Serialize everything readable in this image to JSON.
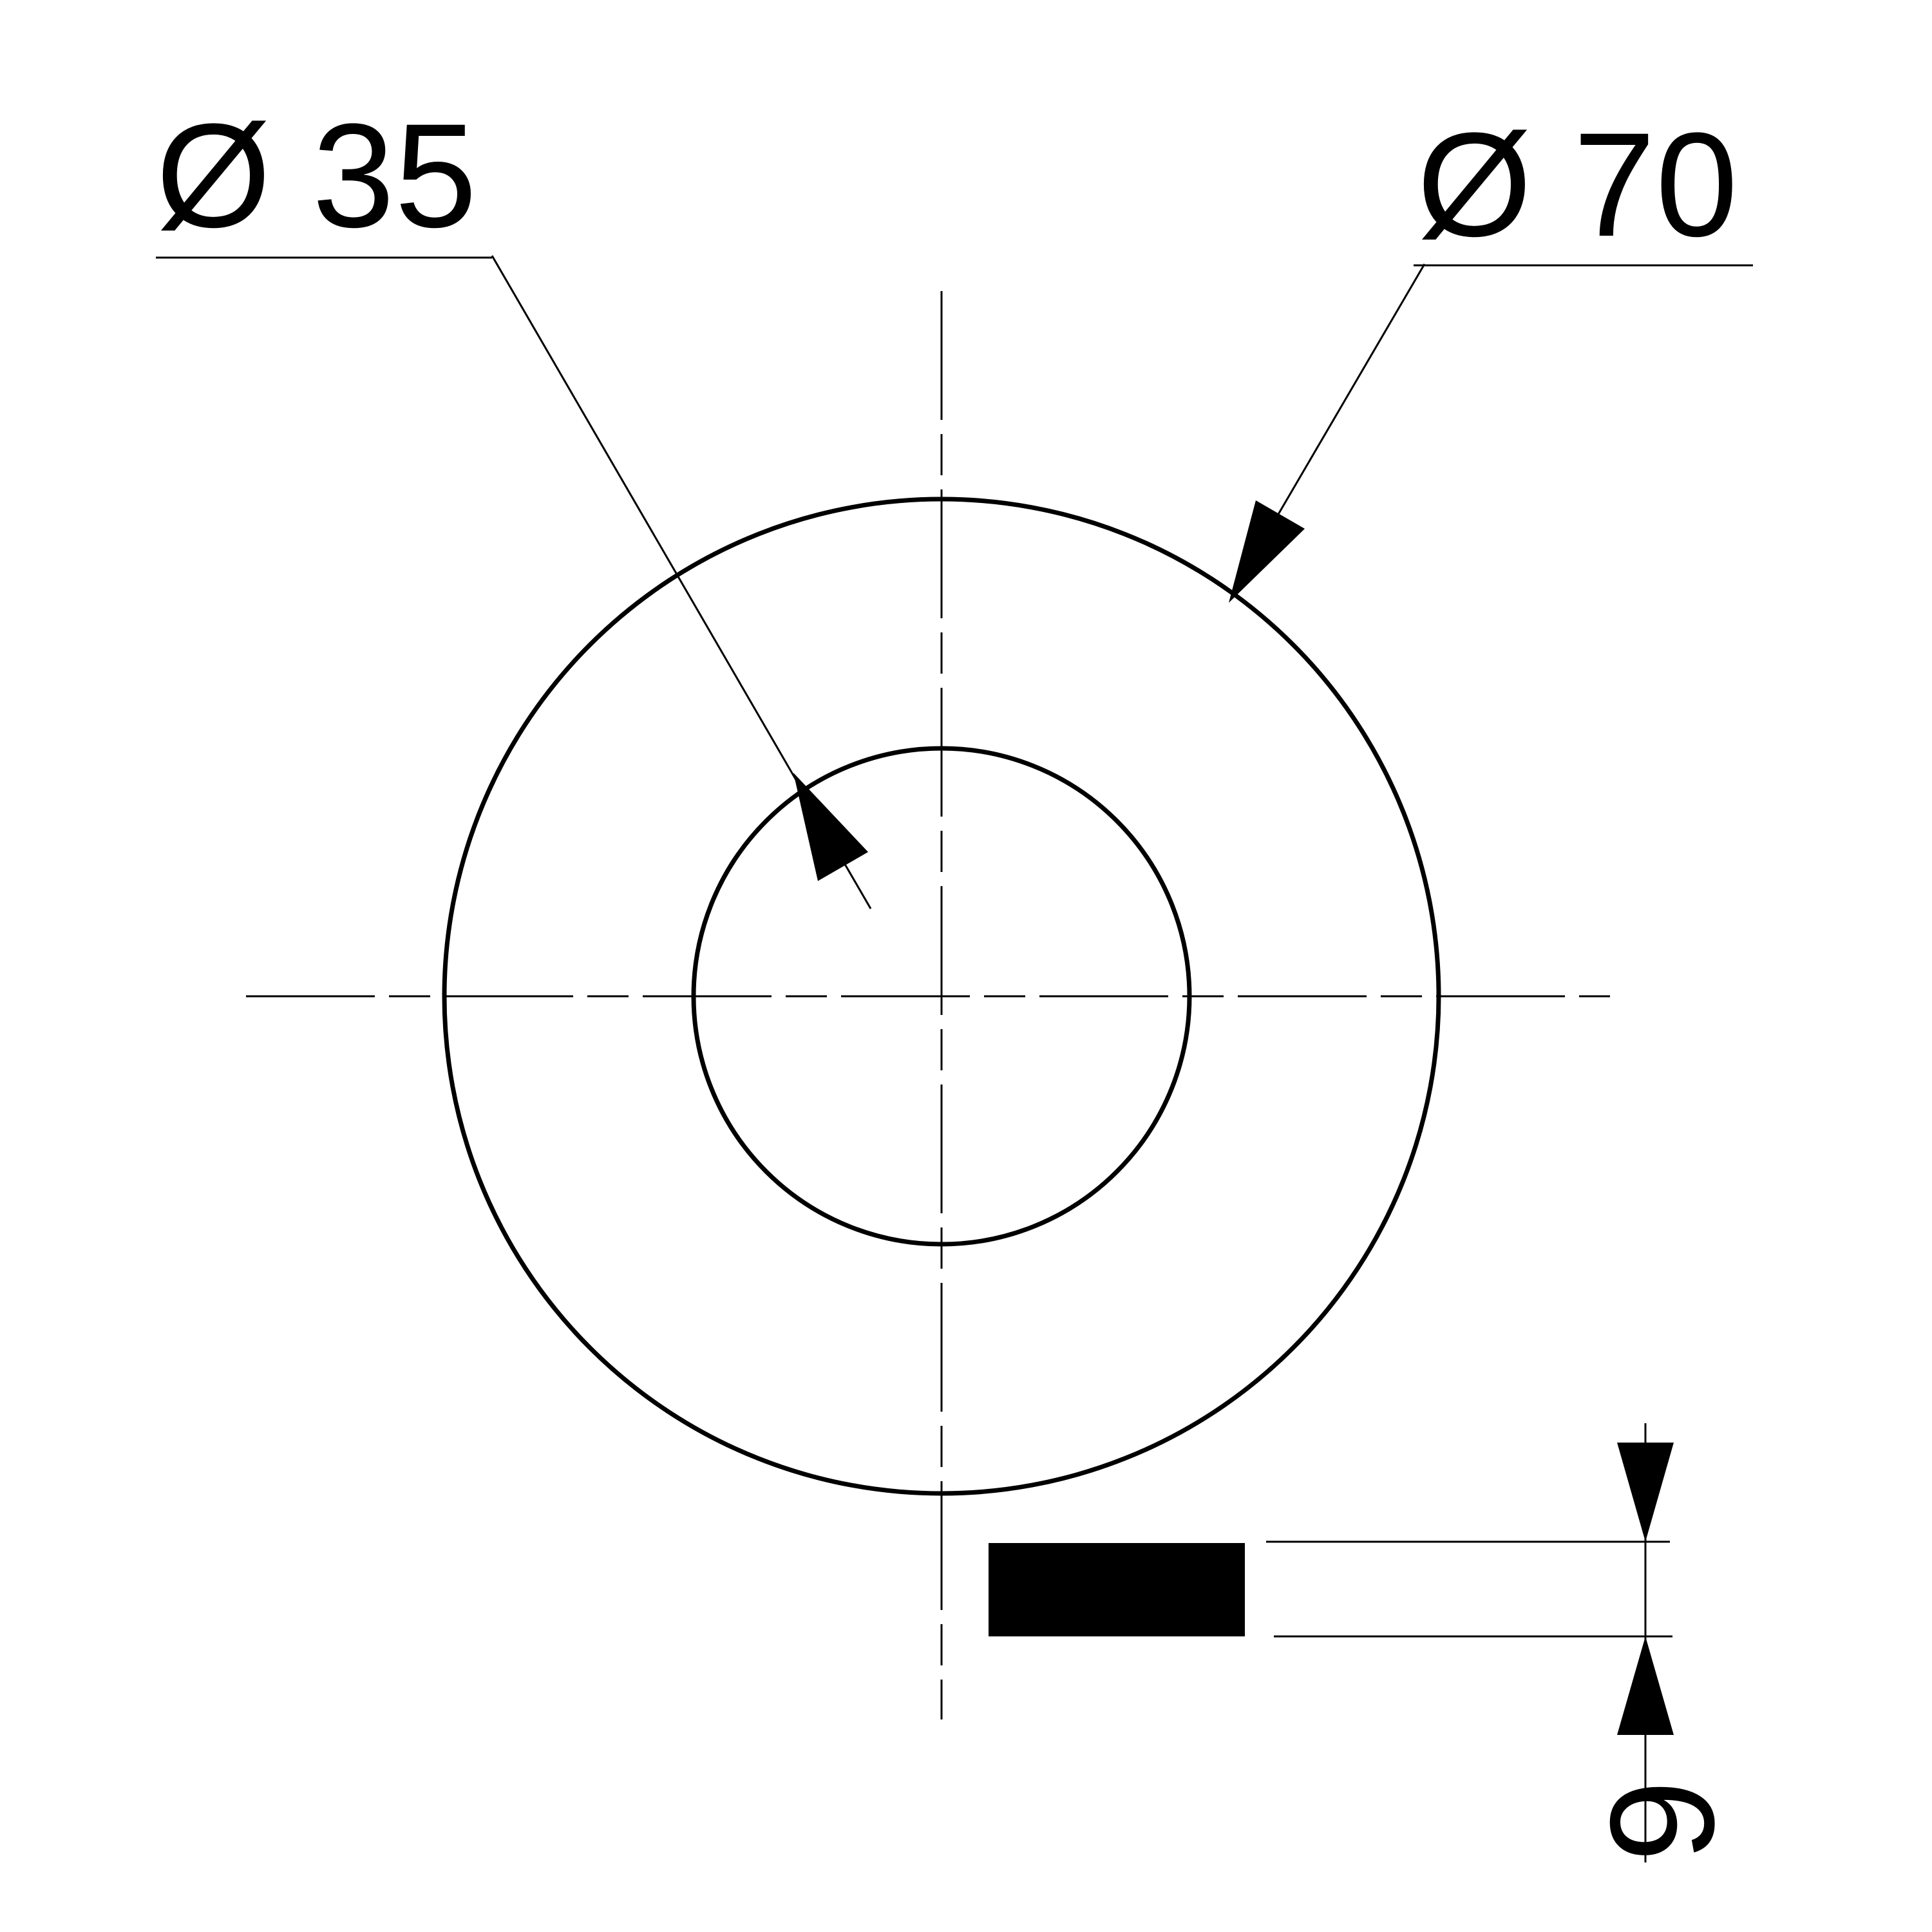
{
  "colors": {
    "ink": "#000000",
    "paper": "#ffffff"
  },
  "dimensions": {
    "inner_diameter": "Ø 35",
    "outer_diameter": "Ø 70",
    "thickness": "6"
  }
}
